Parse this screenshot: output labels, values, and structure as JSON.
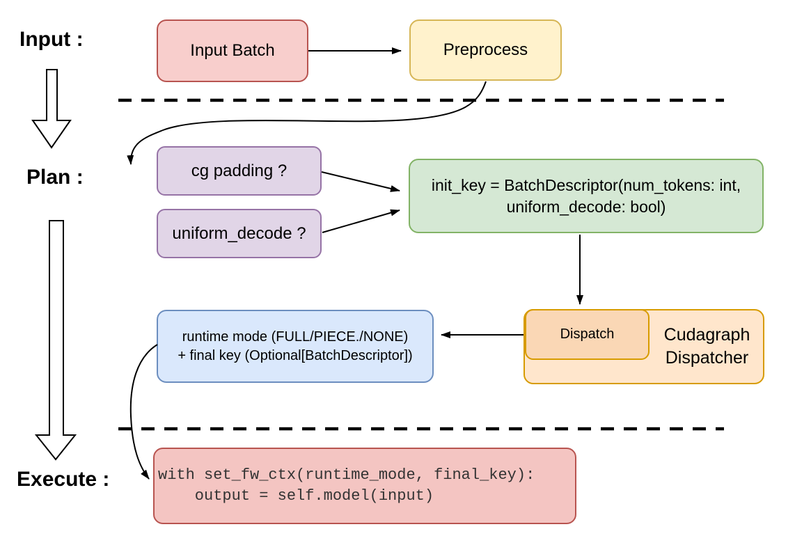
{
  "phases": {
    "input": "Input :",
    "plan": "Plan :",
    "execute": "Execute :"
  },
  "nodes": {
    "input_batch": {
      "label": "Input Batch",
      "fill": "#f8cecc",
      "stroke": "#b85450"
    },
    "preprocess": {
      "label": "Preprocess",
      "fill": "#fff2cc",
      "stroke": "#d6b656"
    },
    "cg_padding": {
      "label": "cg padding ?",
      "fill": "#e1d5e7",
      "stroke": "#9673a6"
    },
    "uniform_decode": {
      "label": "uniform_decode ?",
      "fill": "#e1d5e7",
      "stroke": "#9673a6"
    },
    "init_key": {
      "line1": "init_key = BatchDescriptor(num_tokens: int,",
      "line2": "uniform_decode: bool)",
      "fill": "#d5e8d4",
      "stroke": "#82b366"
    },
    "dispatch": {
      "label": "Dispatch",
      "fill": "#fad7b5",
      "stroke": "#d79b00"
    },
    "cudagraph_dispatcher": {
      "line1": "Cudagraph",
      "line2": "Dispatcher",
      "fill": "#ffe6cc",
      "stroke": "#d79b00"
    },
    "runtime_mode": {
      "line1": "runtime mode (FULL/PIECE./NONE)",
      "line2": "+ final key (Optional[BatchDescriptor])",
      "fill": "#dae8fc",
      "stroke": "#6c8ebf"
    },
    "execute_code": {
      "line1": "with set_fw_ctx(runtime_mode, final_key):",
      "line2": "    output = self.model(input)",
      "fill": "#f4c5c2",
      "stroke": "#b85450"
    }
  }
}
